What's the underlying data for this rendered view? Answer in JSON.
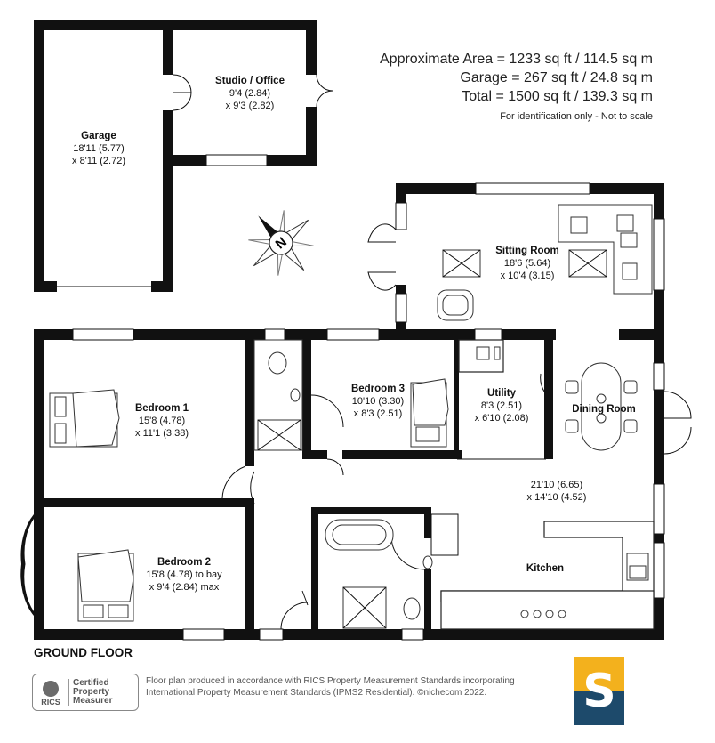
{
  "area_info": {
    "lines": [
      "Approximate Area = 1233 sq ft / 114.5 sq m",
      "Garage = 267 sq ft / 24.8 sq m",
      "Total = 1500 sq ft / 139.3 sq m"
    ],
    "note": "For identification only - Not to scale"
  },
  "rooms": {
    "garage": {
      "name": "Garage",
      "dim1": "18'11 (5.77)",
      "dim2": "x 8'11 (2.72)"
    },
    "studio": {
      "name": "Studio / Office",
      "dim1": "9'4 (2.84)",
      "dim2": "x 9'3 (2.82)"
    },
    "sitting": {
      "name": "Sitting Room",
      "dim1": "18'6 (5.64)",
      "dim2": "x 10'4 (3.15)"
    },
    "bedroom1": {
      "name": "Bedroom 1",
      "dim1": "15'8 (4.78)",
      "dim2": "x 11'1 (3.38)"
    },
    "bedroom3": {
      "name": "Bedroom 3",
      "dim1": "10'10 (3.30)",
      "dim2": "x 8'3 (2.51)"
    },
    "utility": {
      "name": "Utility",
      "dim1": "8'3 (2.51)",
      "dim2": "x 6'10 (2.08)"
    },
    "dining": {
      "name": "Dining Room"
    },
    "kitchen_dims": {
      "dim1": "21'10 (6.65)",
      "dim2": "x 14'10 (4.52)"
    },
    "kitchen": {
      "name": "Kitchen"
    },
    "bedroom2": {
      "name": "Bedroom 2",
      "dim1": "15'8 (4.78) to bay",
      "dim2": "x 9'4 (2.84) max"
    }
  },
  "compass": {
    "letter": "N"
  },
  "floor_label": "GROUND FLOOR",
  "rics": {
    "logo_text": "RICS",
    "cert_lines": [
      "Certified",
      "Property",
      "Measurer"
    ]
  },
  "disclaimer": {
    "line1": "Floor plan produced in accordance with RICS Property Measurement Standards incorporating",
    "line2": "International Property Measurement Standards (IPMS2 Residential).  ©nichecom 2022."
  },
  "agent_logo": {
    "letter": "S",
    "colors": {
      "top": "#f3b11d",
      "bottom": "#1d4a6b"
    }
  }
}
